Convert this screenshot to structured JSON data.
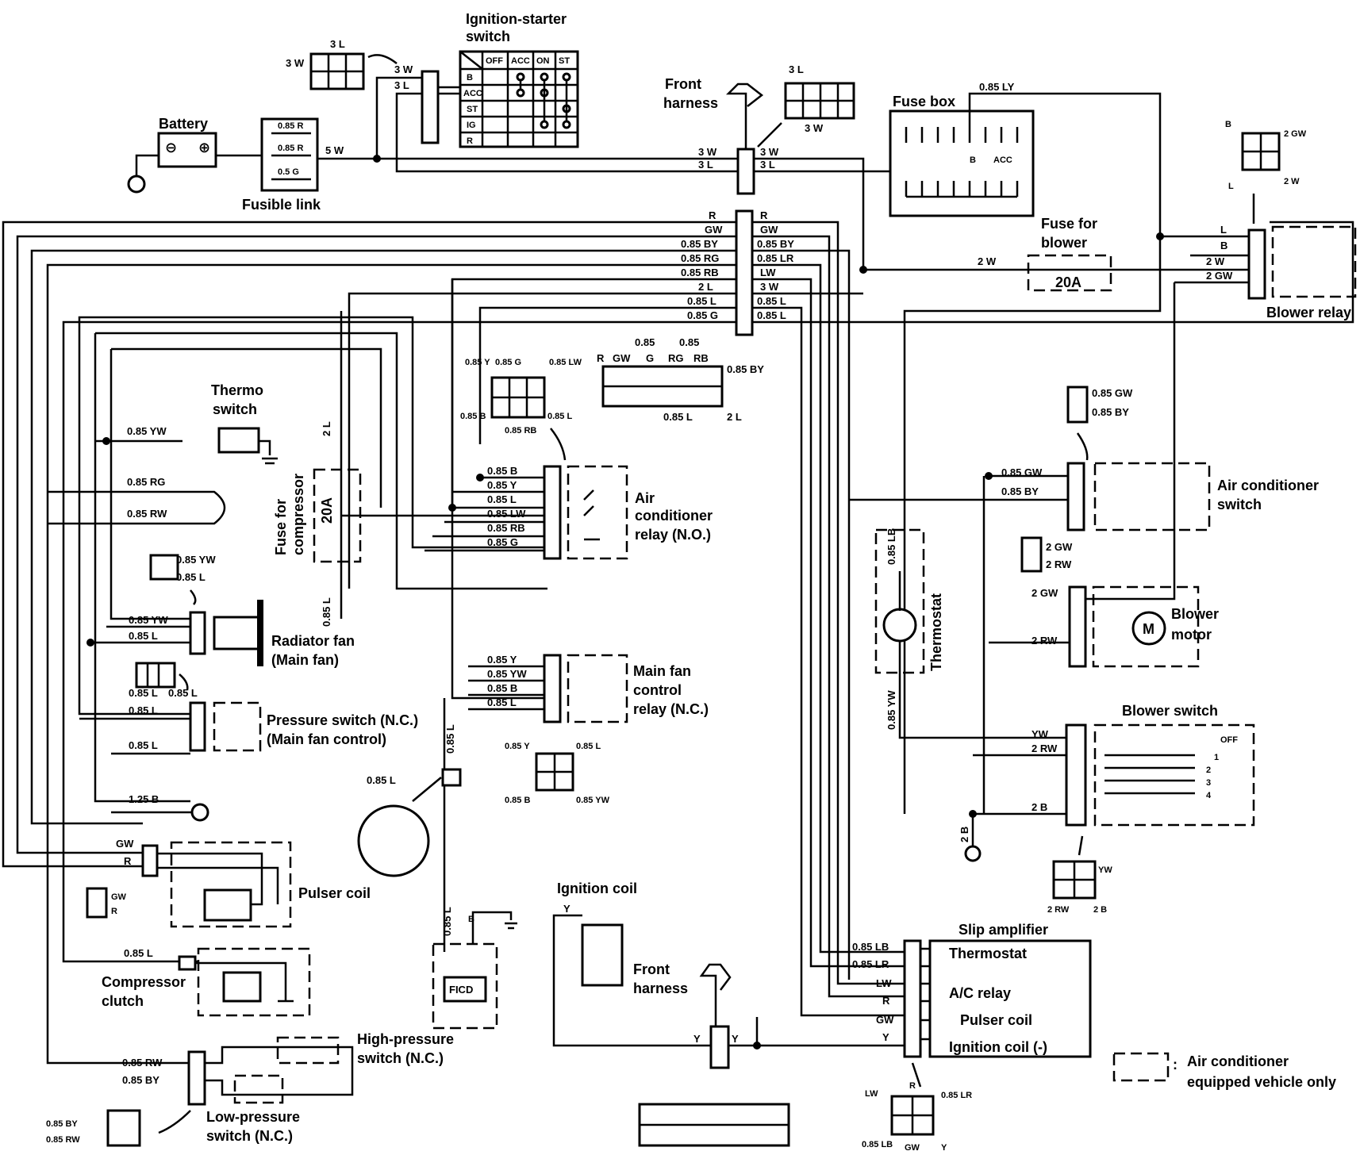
{
  "battery": {
    "label": "Battery",
    "neg": "⊖",
    "pos": "⊕"
  },
  "fusible_link": {
    "label": "Fusible link",
    "wires": [
      "0.85 R",
      "0.85 R",
      "0.5 G"
    ],
    "out": "5 W"
  },
  "ignition_switch": {
    "title_line1": "Ignition-starter",
    "title_line2": "switch",
    "columns": [
      "OFF",
      "ACC",
      "ON",
      "ST"
    ],
    "rows": [
      "B",
      "ACC",
      "ST",
      "IG",
      "R"
    ],
    "wire_a": "3 W",
    "wire_b": "3 L",
    "conn_top": "3 L",
    "conn_left": "3 W"
  },
  "front_harness_top": {
    "line1": "Front",
    "line2": "harness"
  },
  "top_connector": {
    "top": "3 L",
    "bottom": "3 W"
  },
  "fuse_box": {
    "label": "Fuse box",
    "feed": "0.85 LY",
    "b": "B",
    "acc": "ACC"
  },
  "main_trunk": {
    "in_left": [
      "3 W",
      "3 L"
    ],
    "in_right": [
      "3 W",
      "3 L"
    ],
    "left_wires": [
      "R",
      "GW",
      "0.85 BY",
      "0.85 RG",
      "0.85 RB",
      "2 L",
      "0.85 L",
      "0.85 G"
    ],
    "right_wires": [
      "R",
      "GW",
      "0.85 BY",
      "0.85 LR",
      "LW",
      "3 W",
      "0.85 L",
      "0.85 L"
    ]
  },
  "fuse_blower": {
    "line1": "Fuse for",
    "line2": "blower",
    "rating": "20A",
    "in": "2 W"
  },
  "blower_relay": {
    "label": "Blower relay",
    "wires": [
      "L",
      "B",
      "2 W",
      "2 GW"
    ],
    "conn": [
      "B",
      "2 GW",
      "L",
      "2 W"
    ]
  },
  "big_connector": {
    "top": [
      "R",
      "GW",
      "G",
      "RG",
      "RB"
    ],
    "top_sub": [
      "0.85",
      "0.85"
    ],
    "right": "0.85 BY",
    "bottom": "0.85 L",
    "bottom_right": "2 L"
  },
  "ac_relay_conn": {
    "labels": [
      "0.85 Y",
      "0.85 G",
      "0.85 LW",
      "0.85 B",
      "0.85 RB",
      "0.85 L"
    ]
  },
  "ac_relay": {
    "line1": "Air",
    "line2": "conditioner",
    "line3": "relay (N.O.)",
    "wires": [
      "0.85 B",
      "0.85 Y",
      "0.85 L",
      "0.85 LW",
      "0.85 RB",
      "0.85 G"
    ]
  },
  "compressor_fuse": {
    "line1": "Fuse for",
    "line2": "compressor",
    "rating": "20A",
    "top": "2 L",
    "bottom": "0.85 L"
  },
  "thermo_switch": {
    "line1": "Thermo",
    "line2": "switch",
    "wire": "0.85 YW"
  },
  "rg_loop": {
    "top": "0.85 RG",
    "bottom": "0.85 RW"
  },
  "radiator_fan": {
    "line1": "Radiator fan",
    "line2": "(Main fan)",
    "wires": [
      "0.85 YW",
      "0.85 L"
    ],
    "conn": [
      "0.85 YW",
      "0.85 L"
    ]
  },
  "pressure_switch": {
    "line1": "Pressure switch (N.C.)",
    "line2": "(Main fan control)",
    "wires": [
      "0.85 L",
      "0.85 L"
    ],
    "conn": [
      "0.85 L",
      "0.85 L"
    ]
  },
  "main_fan_relay": {
    "line1": "Main fan",
    "line2": "control",
    "line3": "relay (N.C.)",
    "wires": [
      "0.85 Y",
      "0.85 YW",
      "0.85 B",
      "0.85 L"
    ],
    "conn": [
      "0.85 Y",
      "0.85 L",
      "0.85 B",
      "0.85 YW"
    ]
  },
  "ground_main": "1.25 B",
  "round_connector": {
    "label": "0.85 L",
    "wire": "0.85 L"
  },
  "ficd": {
    "label": "FICD",
    "wire": "0.85 L",
    "b": "B"
  },
  "pulser_coil": {
    "label": "Pulser coil",
    "wires": [
      "GW",
      "R"
    ],
    "conn": [
      "GW",
      "R"
    ]
  },
  "compressor_clutch": {
    "line1": "Compressor",
    "line2": "clutch",
    "wire": "0.85 L"
  },
  "high_pressure": {
    "line1": "High-pressure",
    "line2": "switch (N.C.)"
  },
  "low_pressure": {
    "line1": "Low-pressure",
    "line2": "switch (N.C.)",
    "wires": [
      "0.85 RW",
      "0.85 BY"
    ],
    "conn": [
      "0.85 BY",
      "0.85 RW"
    ]
  },
  "ignition_coil": {
    "label": "Ignition coil",
    "wire": "Y"
  },
  "front_harness_bottom": {
    "line1": "Front",
    "line2": "harness",
    "wire_left": "Y",
    "wire_right": "Y"
  },
  "ac_switch": {
    "line1": "Air conditioner",
    "line2": "switch",
    "wires": [
      "0.85 GW",
      "0.85 BY"
    ],
    "conn": [
      "0.85 GW",
      "0.85 BY"
    ]
  },
  "thermostat": {
    "label": "Thermostat",
    "top": "0.85 LB",
    "bottom": "0.85 YW"
  },
  "blower_motor": {
    "line1": "Blower",
    "line2": "motor",
    "m": "M",
    "wires": [
      "2 GW",
      "2 RW"
    ],
    "conn": [
      "2 GW",
      "2 RW"
    ]
  },
  "blower_switch": {
    "label": "Blower switch",
    "wires": [
      "YW",
      "2 RW",
      "2 B"
    ],
    "positions": [
      "OFF",
      "1",
      "2",
      "3",
      "4"
    ],
    "conn": [
      "YW",
      "2 RW",
      "2 B"
    ],
    "ground": "2 B"
  },
  "slip_amp": {
    "label": "Slip amplifier",
    "items": [
      "Thermostat",
      "A/C relay",
      "Pulser coil",
      "Ignition coil (-)"
    ],
    "wires": [
      "0.85 LB",
      "0.85 LR",
      "LW",
      "R",
      "GW",
      "Y"
    ],
    "conn": [
      "LW",
      "R",
      "0.85 LR",
      "0.85 LB",
      "GW",
      "Y"
    ]
  },
  "legend": {
    "line1": "Air conditioner",
    "line2": "equipped vehicle only",
    "colon": ":"
  }
}
